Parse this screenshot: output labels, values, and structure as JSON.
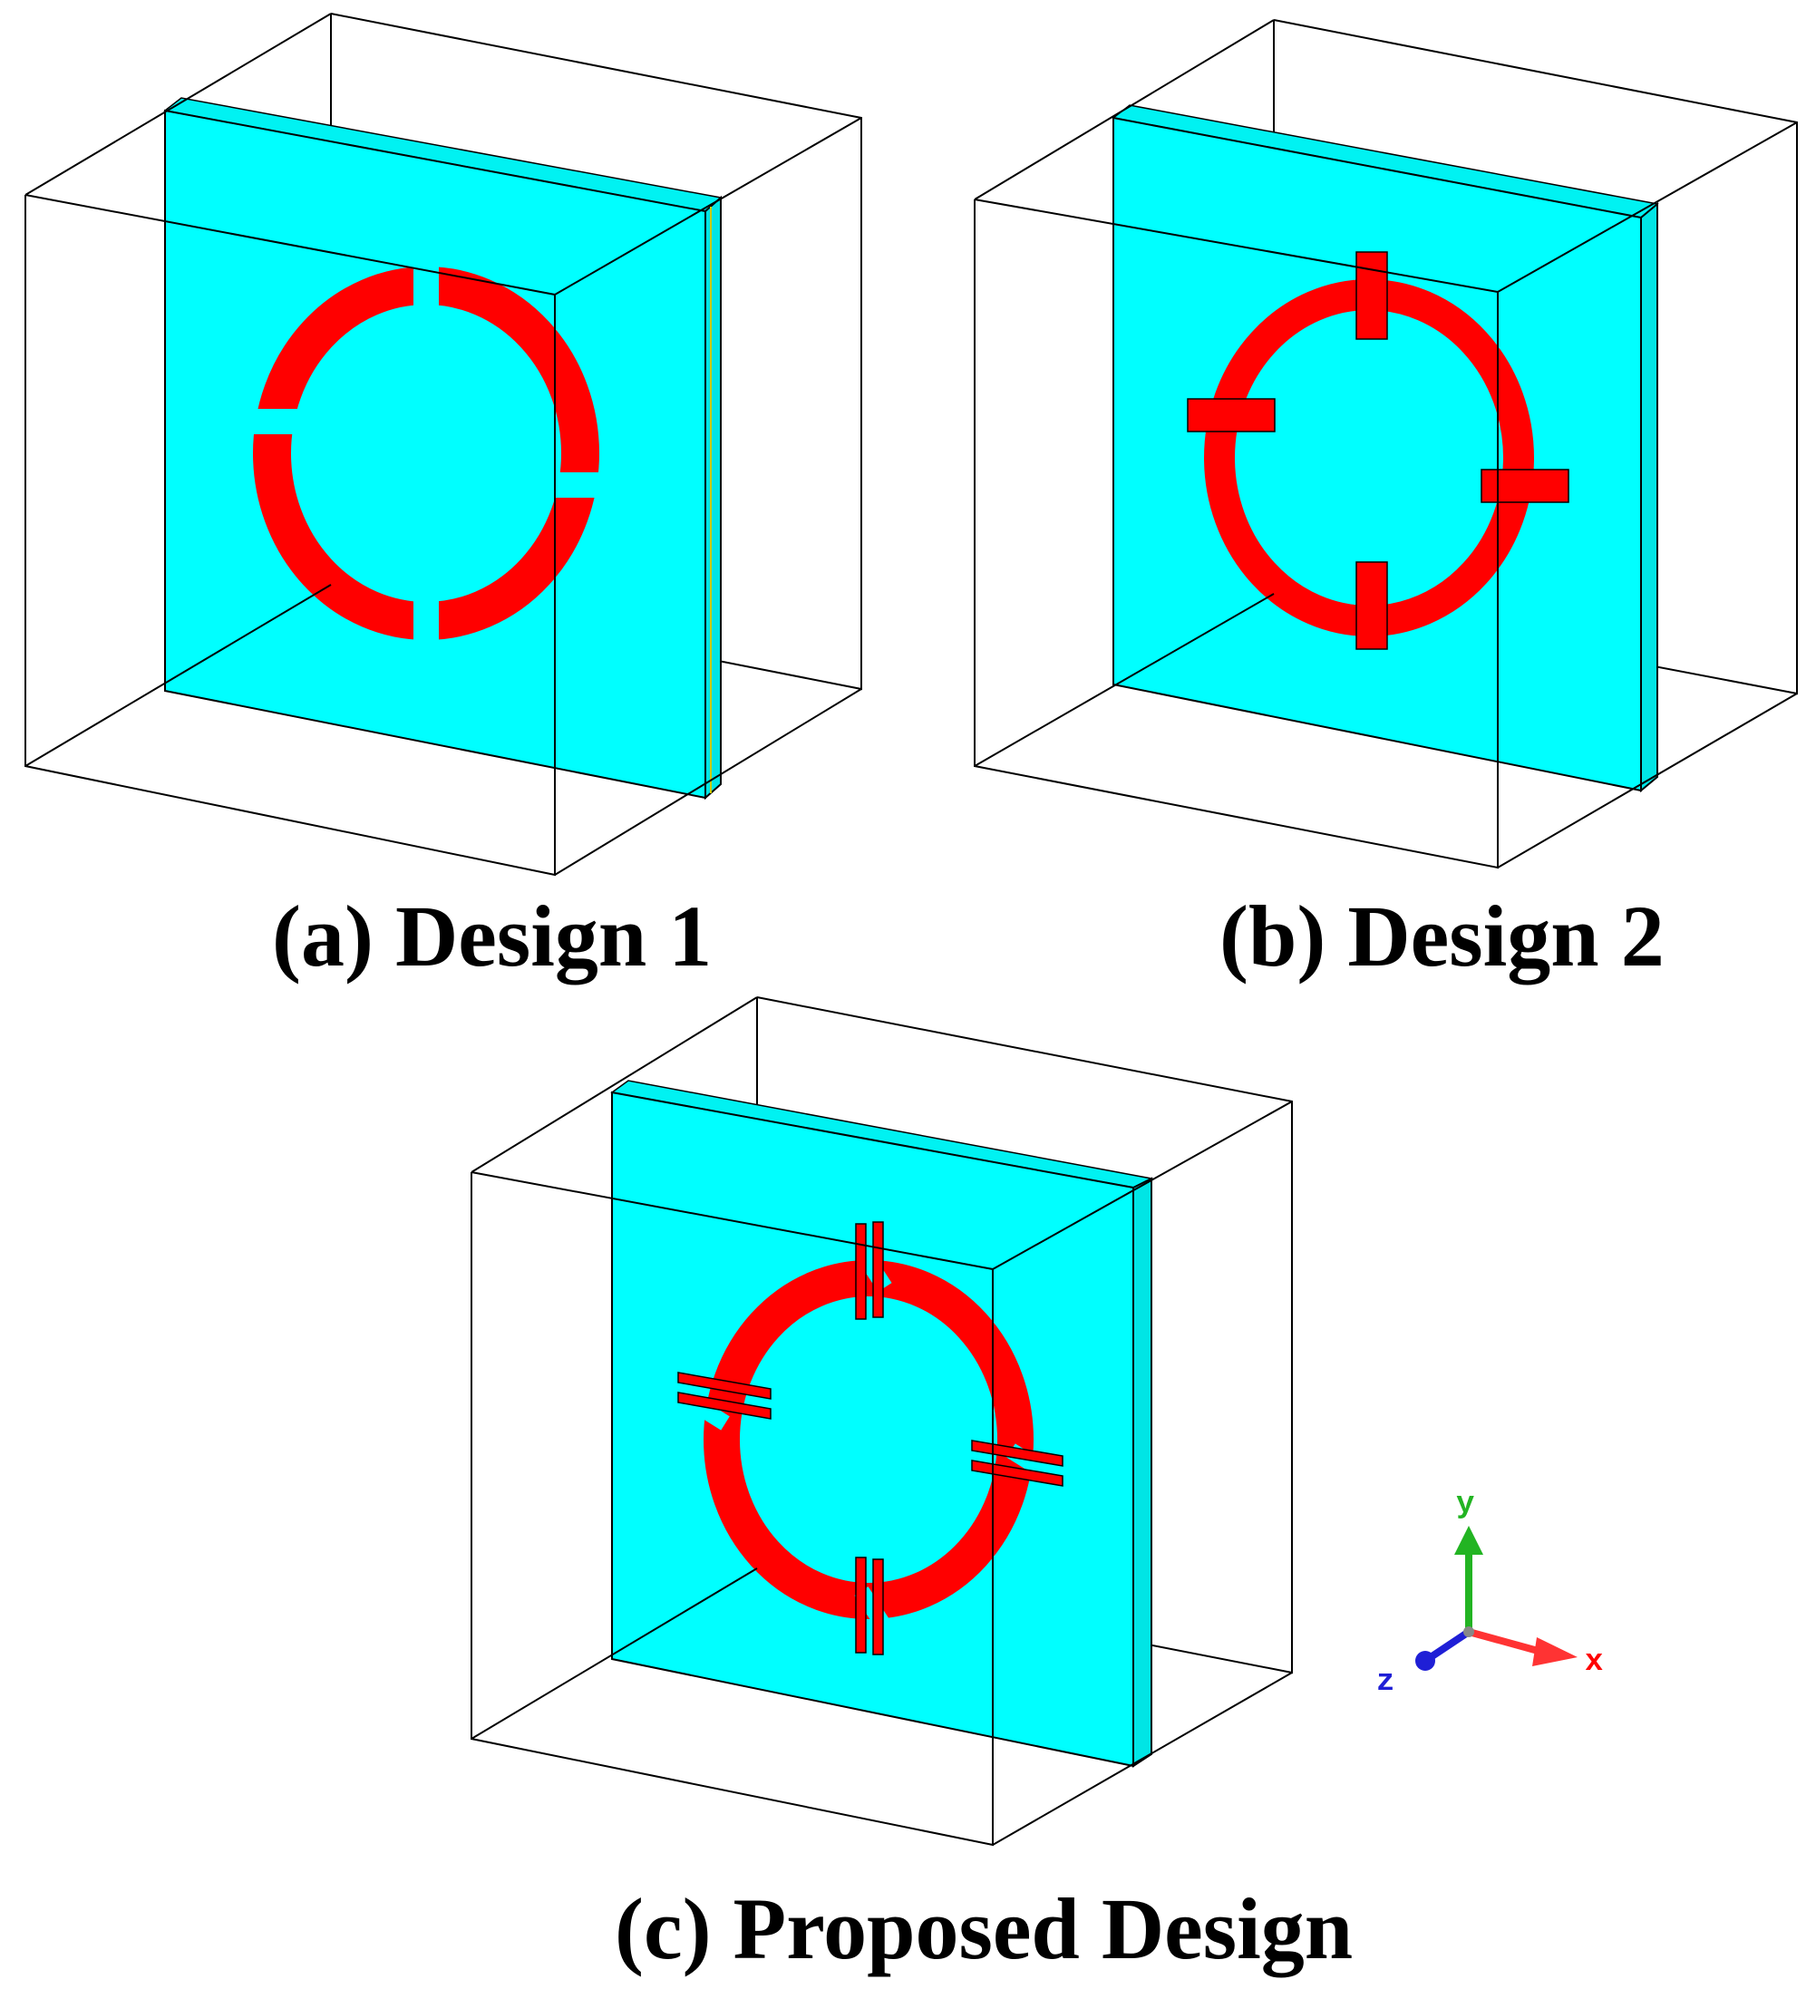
{
  "designs": [
    {
      "caption": "(a) Design 1"
    },
    {
      "caption": "(b) Design 2"
    },
    {
      "caption": "(c) Proposed Design"
    }
  ],
  "axes": {
    "x_label": "x",
    "y_label": "y",
    "z_label": "z",
    "colors": {
      "x": "#ff0000",
      "y": "#22b422",
      "z": "#1f1fd6"
    }
  },
  "colors": {
    "substrate": "#00ffff",
    "resonator": "#ff0000",
    "wireframe": "#000000"
  }
}
